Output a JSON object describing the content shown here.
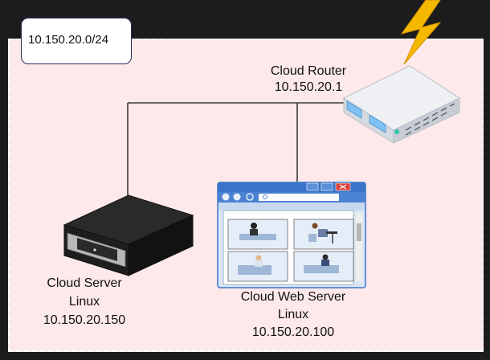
{
  "subnet": {
    "label": "10.150.20.0/24"
  },
  "router": {
    "name": "Cloud Router",
    "ip": "10.150.20.1"
  },
  "server": {
    "name": "Cloud Server",
    "os": "Linux",
    "ip": "10.150.20.150"
  },
  "web_server": {
    "name": "Cloud Web Server",
    "os": "Linux",
    "ip": "10.150.20.100"
  },
  "icons": {
    "router": "router-icon",
    "server": "server-icon",
    "web_server": "browser-window-icon",
    "internet": "lightning-bolt-icon"
  },
  "colors": {
    "zone_fill": "#fde9e9",
    "zone_border": "#ffffff",
    "bolt": "#f5b800",
    "router_body": "#dfe3ea",
    "router_port": "#7fc3f5",
    "browser_titlebar": "#3a74c8"
  }
}
